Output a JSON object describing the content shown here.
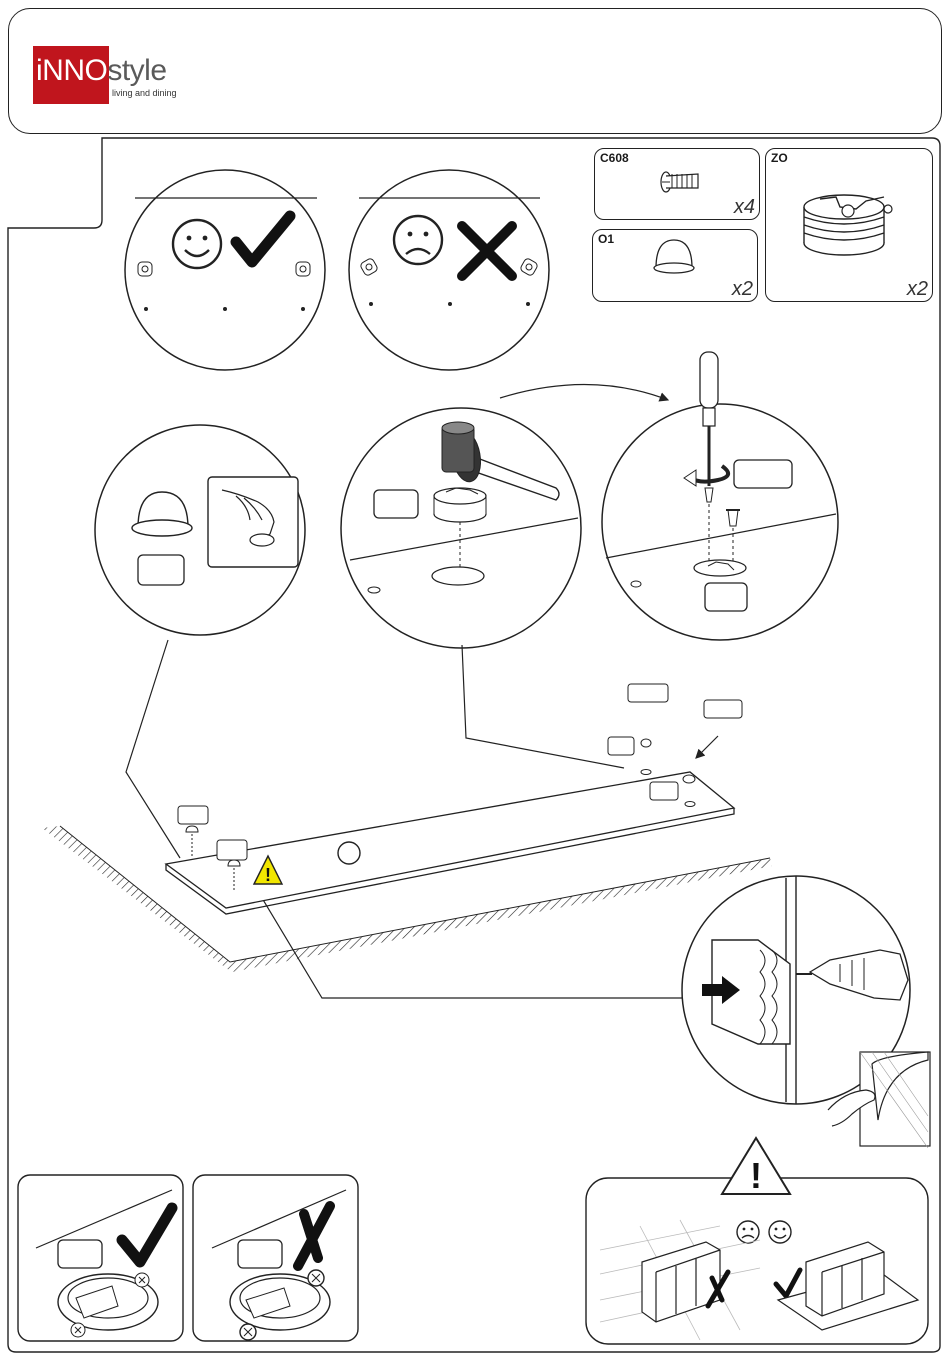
{
  "brand": {
    "name_part1": "iNNO",
    "name_part2": "style",
    "tagline": "living and dining",
    "logo_color": "#c0151d"
  },
  "parts": [
    {
      "code": "C608",
      "qty": "x4",
      "icon": "screw-icon"
    },
    {
      "code": "ZO",
      "qty": "x2",
      "icon": "cam-lock-icon"
    },
    {
      "code": "O1",
      "qty": "x2",
      "icon": "glide-foot-icon"
    }
  ]
}
